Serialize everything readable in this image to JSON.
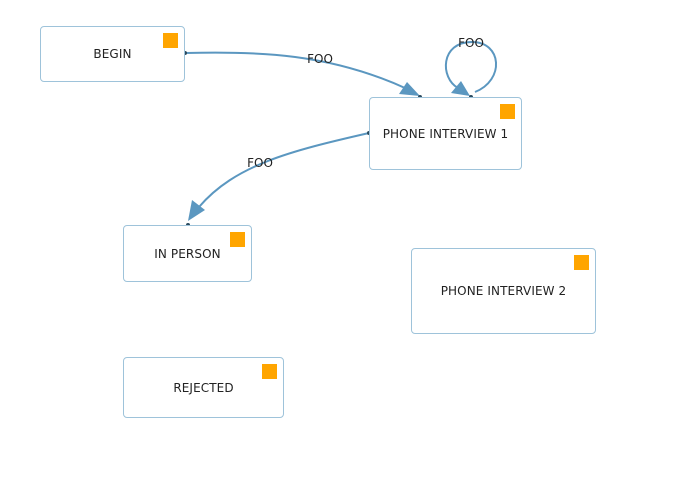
{
  "diagram": {
    "colors": {
      "edge": "#5b97c0",
      "node_border": "#9ec3da",
      "handle": "#ffa500"
    },
    "nodes": [
      {
        "id": "begin",
        "label": "BEGIN"
      },
      {
        "id": "phone1",
        "label": "PHONE INTERVIEW 1"
      },
      {
        "id": "inperson",
        "label": "IN PERSON"
      },
      {
        "id": "phone2",
        "label": "PHONE INTERVIEW 2"
      },
      {
        "id": "rejected",
        "label": "REJECTED"
      }
    ],
    "edges": [
      {
        "from": "begin",
        "to": "phone1",
        "label": "FOO"
      },
      {
        "from": "phone1",
        "to": "phone1",
        "label": "FOO"
      },
      {
        "from": "phone1",
        "to": "inperson",
        "label": "FOO"
      }
    ]
  }
}
